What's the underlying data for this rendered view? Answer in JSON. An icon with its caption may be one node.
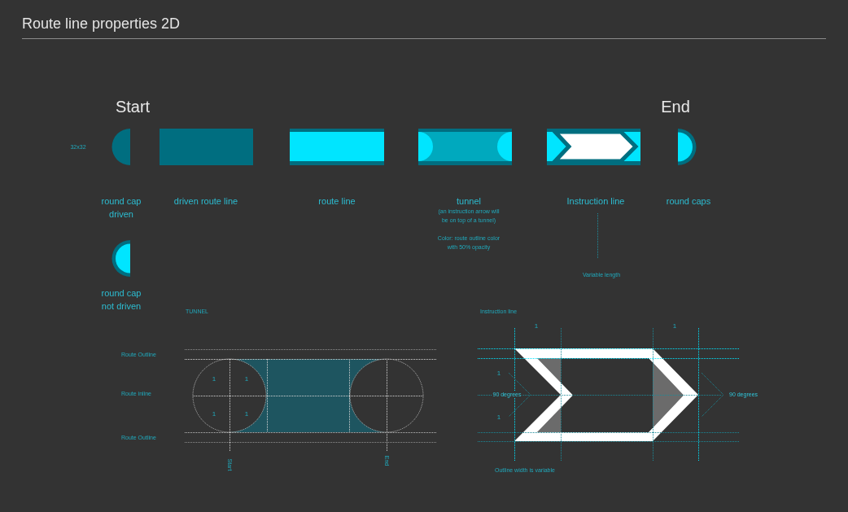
{
  "diagram": {
    "title": "Route line properties 2D",
    "nodes": [
      {
        "text": [],
        "shape": "semicircle",
        "beside": [
          "round cap driven"
        ]
      },
      {
        "text": [],
        "shape": "bar",
        "beside": [
          "driven route line"
        ]
      },
      {
        "text": [],
        "shape": "bar",
        "beside": [
          "route line"
        ]
      },
      {
        "text": [],
        "shape": "bar",
        "beside": [
          "tunnel",
          "(an instruction arrow will be on top of a tunnel)",
          "Color: route outline color with 50% opacity"
        ]
      },
      {
        "text": [],
        "shape": "bar"
      },
      {
        "text": [],
        "shape": "semicircle",
        "beside": [
          "round caps"
        ]
      },
      {
        "text": [],
        "shape": "semicircle",
        "beside": [
          "round cap not driven"
        ]
      }
    ],
    "labels": [
      "Start",
      "End",
      "32x32",
      "Instruction line",
      "Variable length",
      "TUNNEL",
      "Route Outline",
      "1",
      "1",
      "Route inline",
      "1",
      "1",
      "Route Outline",
      "Start",
      "End",
      "Instruction line",
      "1",
      "1",
      "1",
      "90 degrees",
      "1",
      "90 degrees",
      "Outline width is variable"
    ]
  }
}
